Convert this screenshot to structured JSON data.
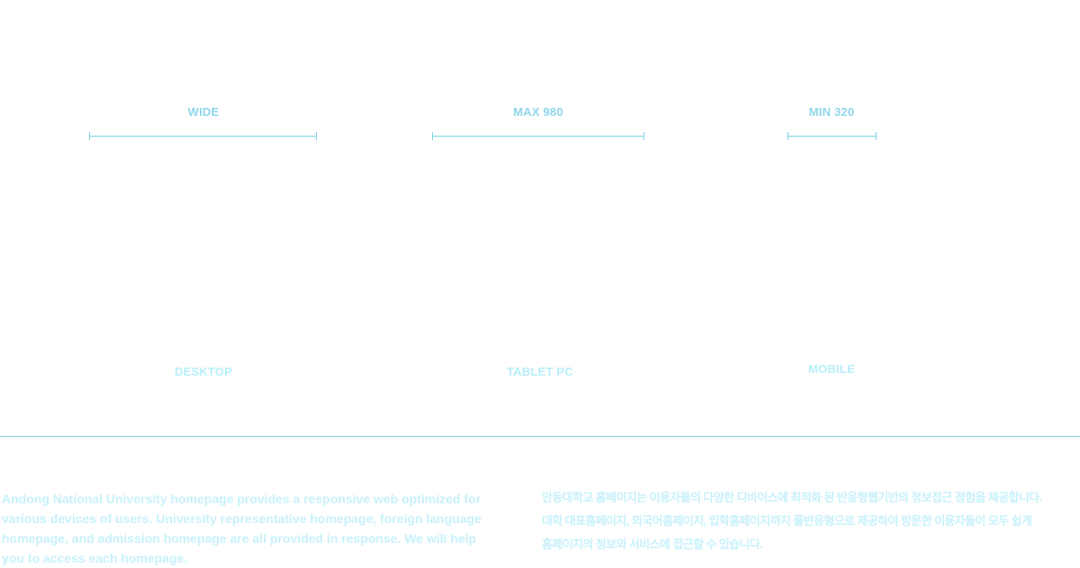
{
  "colors": {
    "accent_line": "#7fd3e4",
    "label_top": "#8fd6ec",
    "label_bottom": "#b6eef9",
    "description_text": "#c8f1fb"
  },
  "columns": [
    {
      "width_label": "WIDE",
      "device_label": "DESKTOP"
    },
    {
      "width_label": "MAX 980",
      "device_label": "TABLET PC"
    },
    {
      "width_label": "MIN 320",
      "device_label": "MOBILE"
    }
  ],
  "description": {
    "english": "Andong National University homepage provides a responsive web optimized for various devices of users. University representative homepage, foreign language homepage, and admission homepage are all provided in response. We will help you to access each homepage.",
    "korean": "안동대학교 홈페이지는 이용자들의 다양한 디바이스에 최적화 된 반응형웹기반의 정보접근 경험을 제공합니다.\n대학 대표홈페이지, 외국어홈페이지, 입학홈페이지까지 풀반응형으로 제공하여 방문한 이용자들이 모두 쉽게\n홈페이지의 정보와 서비스에 접근할 수 있습니다."
  }
}
